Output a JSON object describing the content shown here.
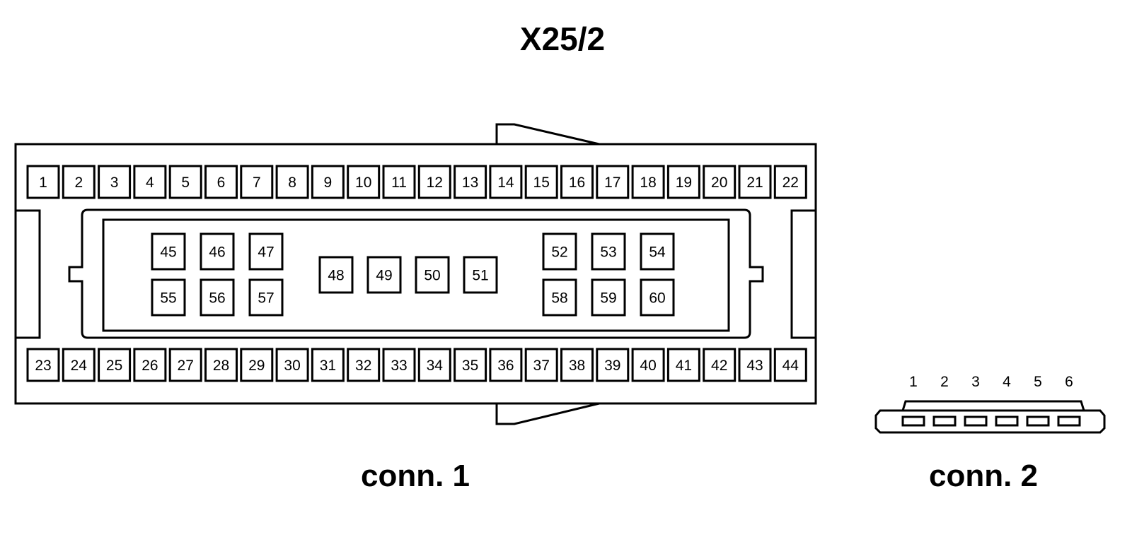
{
  "title": "X25/2",
  "connector1": {
    "label": "conn. 1",
    "top_row": [
      "1",
      "2",
      "3",
      "4",
      "5",
      "6",
      "7",
      "8",
      "9",
      "10",
      "11",
      "12",
      "13",
      "14",
      "15",
      "16",
      "17",
      "18",
      "19",
      "20",
      "21",
      "22"
    ],
    "bottom_row": [
      "23",
      "24",
      "25",
      "26",
      "27",
      "28",
      "29",
      "30",
      "31",
      "32",
      "33",
      "34",
      "35",
      "36",
      "37",
      "38",
      "39",
      "40",
      "41",
      "42",
      "43",
      "44"
    ],
    "inner_left_top": [
      "45",
      "46",
      "47"
    ],
    "inner_left_bottom": [
      "55",
      "56",
      "57"
    ],
    "inner_middle": [
      "48",
      "49",
      "50",
      "51"
    ],
    "inner_right_top": [
      "52",
      "53",
      "54"
    ],
    "inner_right_bottom": [
      "58",
      "59",
      "60"
    ]
  },
  "connector2": {
    "label": "conn. 2",
    "pins": [
      "1",
      "2",
      "3",
      "4",
      "5",
      "6"
    ]
  }
}
